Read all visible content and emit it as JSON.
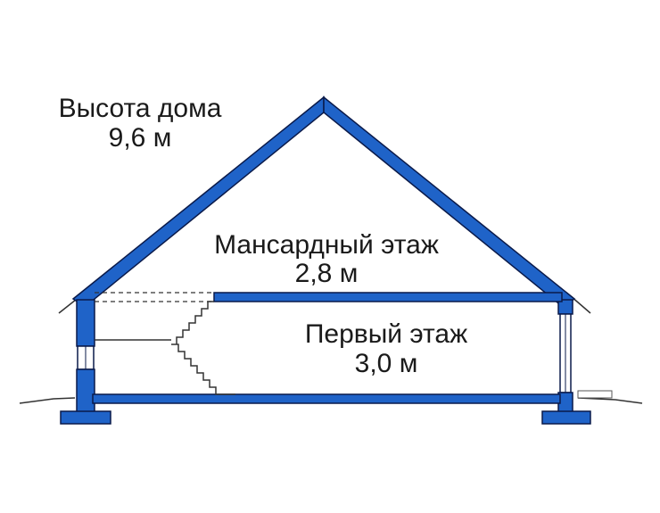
{
  "labels": {
    "house_height_title": "Высота дома",
    "house_height_value": "9,6 м",
    "attic_floor_title": "Мансардный этаж",
    "attic_floor_value": "2,8 м",
    "first_floor_title": "Первый этаж",
    "first_floor_value": "3,0 м"
  },
  "colors": {
    "structure_fill": "#1f63c8",
    "outline": "#0a1a4a",
    "line": "#333333",
    "background": "#ffffff"
  }
}
